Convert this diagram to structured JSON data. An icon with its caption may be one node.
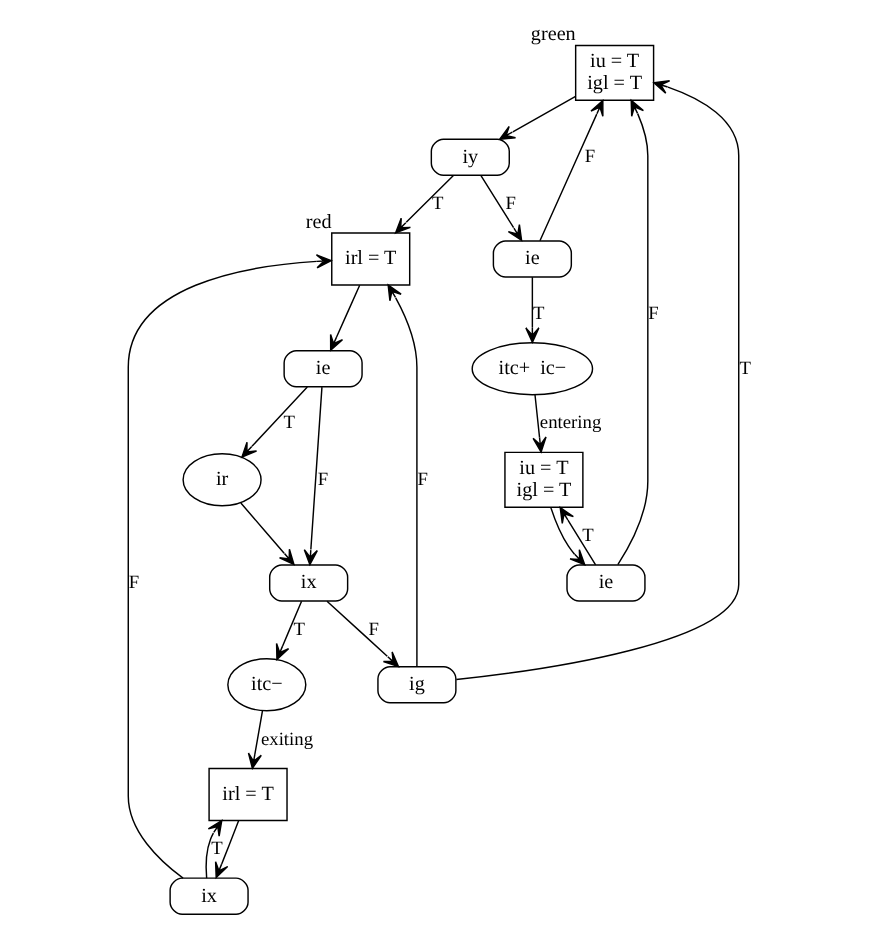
{
  "diagram": {
    "nodes": [
      {
        "text": [
          "iu = T",
          "igl = T"
        ],
        "beside": [
          "green"
        ]
      },
      {
        "text": [
          "iy"
        ]
      },
      {
        "text": [
          "ie"
        ]
      },
      {
        "text": [
          "itc+  ic−"
        ]
      },
      {
        "text": [
          "iu = T",
          "igl = T"
        ]
      },
      {
        "text": [
          "ie"
        ]
      },
      {
        "text": [
          "irl = T"
        ],
        "beside": [
          "red"
        ]
      },
      {
        "text": [
          "ie"
        ]
      },
      {
        "text": [
          "ir"
        ]
      },
      {
        "text": [
          "ix"
        ]
      },
      {
        "text": [
          "ig"
        ]
      },
      {
        "text": [
          "itc−"
        ]
      },
      {
        "text": [
          "irl = T"
        ]
      },
      {
        "text": [
          "ix"
        ]
      }
    ],
    "edges": [
      {
        "from": 0,
        "to": 1,
        "arrow": "to"
      },
      {
        "from": 1,
        "to": 6,
        "arrow": "to",
        "label": "T"
      },
      {
        "from": 1,
        "to": 2,
        "arrow": "to",
        "label": "F"
      },
      {
        "from": 2,
        "to": 0,
        "arrow": "to",
        "label": "F"
      },
      {
        "from": 2,
        "to": 3,
        "arrow": "to",
        "label": "T"
      },
      {
        "from": 3,
        "to": 4,
        "arrow": "to",
        "label": "entering"
      },
      {
        "from": 4,
        "to": 5,
        "arrow": "to"
      },
      {
        "from": 5,
        "to": 4,
        "arrow": "to",
        "label": "T"
      },
      {
        "from": 5,
        "to": 0,
        "arrow": "to",
        "label": "F"
      },
      {
        "from": 6,
        "to": 7,
        "arrow": "to"
      },
      {
        "from": 7,
        "to": 8,
        "arrow": "to",
        "label": "T"
      },
      {
        "from": 7,
        "to": 9,
        "arrow": "to",
        "label": "F"
      },
      {
        "from": 8,
        "to": 9,
        "arrow": "to"
      },
      {
        "from": 9,
        "to": 10,
        "arrow": "to",
        "label": "F"
      },
      {
        "from": 10,
        "to": 6,
        "arrow": "to",
        "label": "F"
      },
      {
        "from": 10,
        "to": 0,
        "arrow": "to",
        "label": "T"
      },
      {
        "from": 9,
        "to": 11,
        "arrow": "to",
        "label": "T"
      },
      {
        "from": 11,
        "to": 12,
        "arrow": "to",
        "label": "exiting"
      },
      {
        "from": 12,
        "to": 13,
        "arrow": "to"
      },
      {
        "from": 13,
        "to": 12,
        "arrow": "to",
        "label": "T"
      },
      {
        "from": 13,
        "to": 6,
        "arrow": "to",
        "label": "F"
      }
    ]
  }
}
